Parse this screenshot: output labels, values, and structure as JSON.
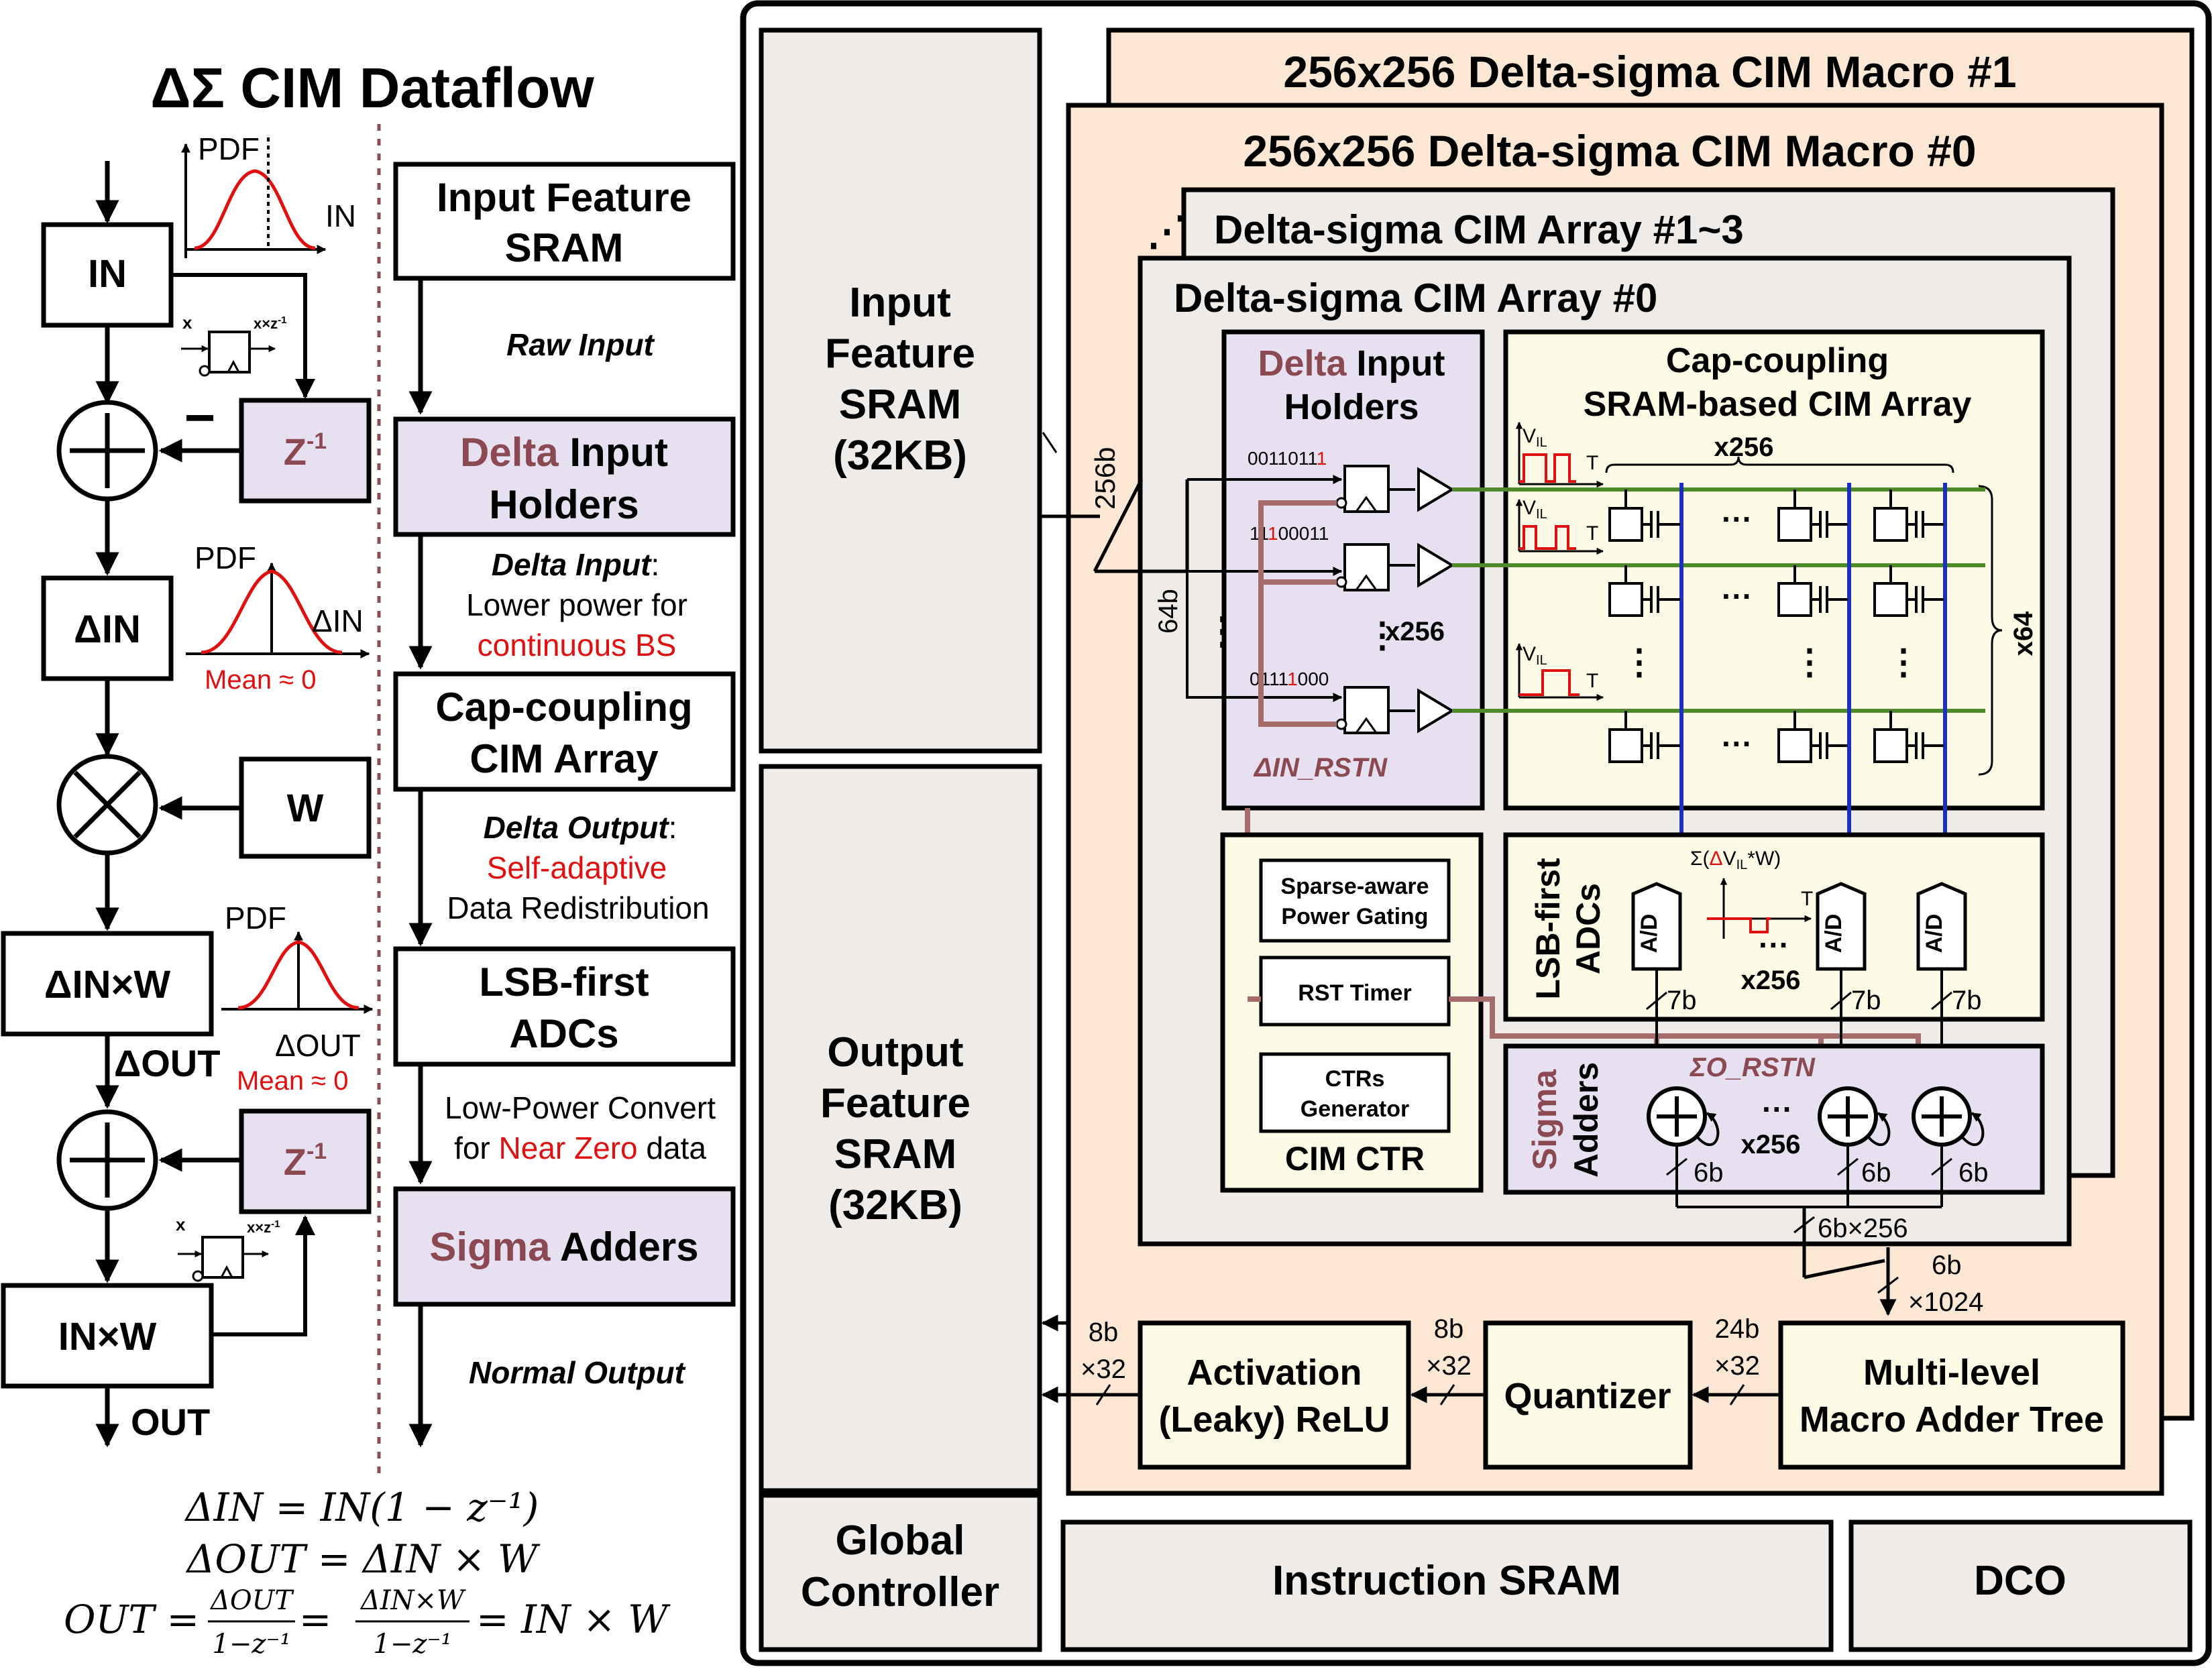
{
  "dataflow": {
    "title": "ΔΣ CIM Dataflow",
    "pdf": "PDF",
    "in_axis": "IN",
    "din_axis": "ΔIN",
    "dout_axis": "ΔOUT",
    "mean_zero": "Mean ≈ 0",
    "box_in": "IN",
    "box_din": "ΔIN",
    "box_dinw": "ΔIN×W",
    "box_inw": "IN×W",
    "box_w": "W",
    "z_inv": "Z",
    "z_exp": "-1",
    "minus": "−",
    "x_label": "x",
    "xz_label": "x×z",
    "xz_exp": "-1",
    "dout_label": "ΔOUT",
    "out_label": "OUT",
    "eq1": "ΔIN = IN(1 − z⁻¹)",
    "eq2": "ΔOUT = ΔIN × W",
    "eq3_lhs": "OUT =",
    "eq3_f1_num": "ΔOUT",
    "eq3_f1_den": "1−z⁻¹",
    "eq3_eq": "=",
    "eq3_f2_num": "ΔIN×W",
    "eq3_f2_den": "1−z⁻¹",
    "eq3_rhs": "= IN × W"
  },
  "pipeline": {
    "ifs_line1": "Input Feature",
    "ifs_line2": "SRAM",
    "raw_input": "Raw Input",
    "dih_delta": "Delta",
    "dih_rest": " Input",
    "dih_line2": "Holders",
    "delta_input": "Delta Input",
    "colon": ":",
    "lower_power": "Lower power for",
    "continuous_bs": "continuous BS",
    "cap_line1": "Cap-coupling",
    "cap_line2": "CIM Array",
    "delta_output": "Delta Output",
    "self_adaptive": "Self-adaptive",
    "data_redistribution": "Data Redistribution",
    "lsb_line1": "LSB-first",
    "lsb_line2": "ADCs",
    "low_power_convert": "Low-Power Convert",
    "for": "for ",
    "near_zero": "Near Zero",
    "data": " data",
    "sigma": "Sigma",
    "adders": " Adders",
    "normal_output": "Normal Output"
  },
  "chip": {
    "ifs": [
      "Input",
      "Feature",
      "SRAM",
      "(32KB)"
    ],
    "ofs": [
      "Output",
      "Feature",
      "SRAM",
      "(32KB)"
    ],
    "gc": [
      "Global",
      "Controller"
    ],
    "instruction_sram": "Instruction SRAM",
    "dco": "DCO",
    "macro1": "256x256 Delta-sigma CIM Macro #1",
    "macro0": "256x256 Delta-sigma CIM Macro #0",
    "array13": "Delta-sigma CIM Array #1~3",
    "dots": "⋰",
    "array0": "Delta-sigma CIM Array #0",
    "bus_256b": "256b",
    "bus_64b": "64b",
    "dih_delta": "Delta",
    "dih_rest": " Input",
    "dih_line2": "Holders",
    "bits1_a": "0011011",
    "bits1_b": "1",
    "bits2_a": "11",
    "bits2_b": "1",
    "bits2_c": "00011",
    "bits3_a": "0111",
    "bits3_b": "1",
    "bits3_c": "000",
    "x256": "x256",
    "x64": "x64",
    "din_rstn": "ΔIN_RSTN",
    "cap_line1": "Cap-coupling",
    "cap_line2": "SRAM-based CIM Array",
    "vil_v": "V",
    "vil_sub": "IL",
    "t": "T",
    "ellipsis": "···",
    "vdots": "⋮",
    "sparse1": "Sparse-aware",
    "sparse2": "Power Gating",
    "rst_timer": "RST Timer",
    "ctrs1": "CTRs",
    "ctrs2": "Generator",
    "cim_ctr": "CIM CTR",
    "lsb1": "LSB-first",
    "lsb2": "ADCs",
    "ad": "A/D",
    "sum_a": "Σ(",
    "sum_delta": "Δ",
    "sum_b": "V",
    "sum_sub": "IL",
    "sum_c": "*W)",
    "b7": "7b",
    "b6": "6b",
    "sigma_word": "Sigma",
    "adders_word": "Adders",
    "so_rstn": "ΣO_RSTN",
    "b6x256": "6b×256",
    "b6x1024_1": "6b",
    "b6x1024_2": "×1024",
    "b8x32a_1": "8b",
    "b8x32a_2": "×32",
    "b8x32b_1": "8b",
    "b8x32b_2": "×32",
    "b24x32_1": "24b",
    "b24x32_2": "×32",
    "activation1": "Activation",
    "activation2": "(Leaky) ReLU",
    "quantizer": "Quantizer",
    "tree1": "Multi-level",
    "tree2": "Macro Adder Tree"
  },
  "colors": {
    "delta_red": "#8b4a52",
    "bright_red": "#e01010",
    "purple_fill": "#e7e0f0",
    "peach_fill": "#fbe7d3",
    "cream_fill": "#fdfae6",
    "gray_fill": "#eeebe8",
    "green_wl": "#4f8a2a",
    "blue_bl": "#1d2fbd",
    "rst_wire": "#a66b6b"
  }
}
